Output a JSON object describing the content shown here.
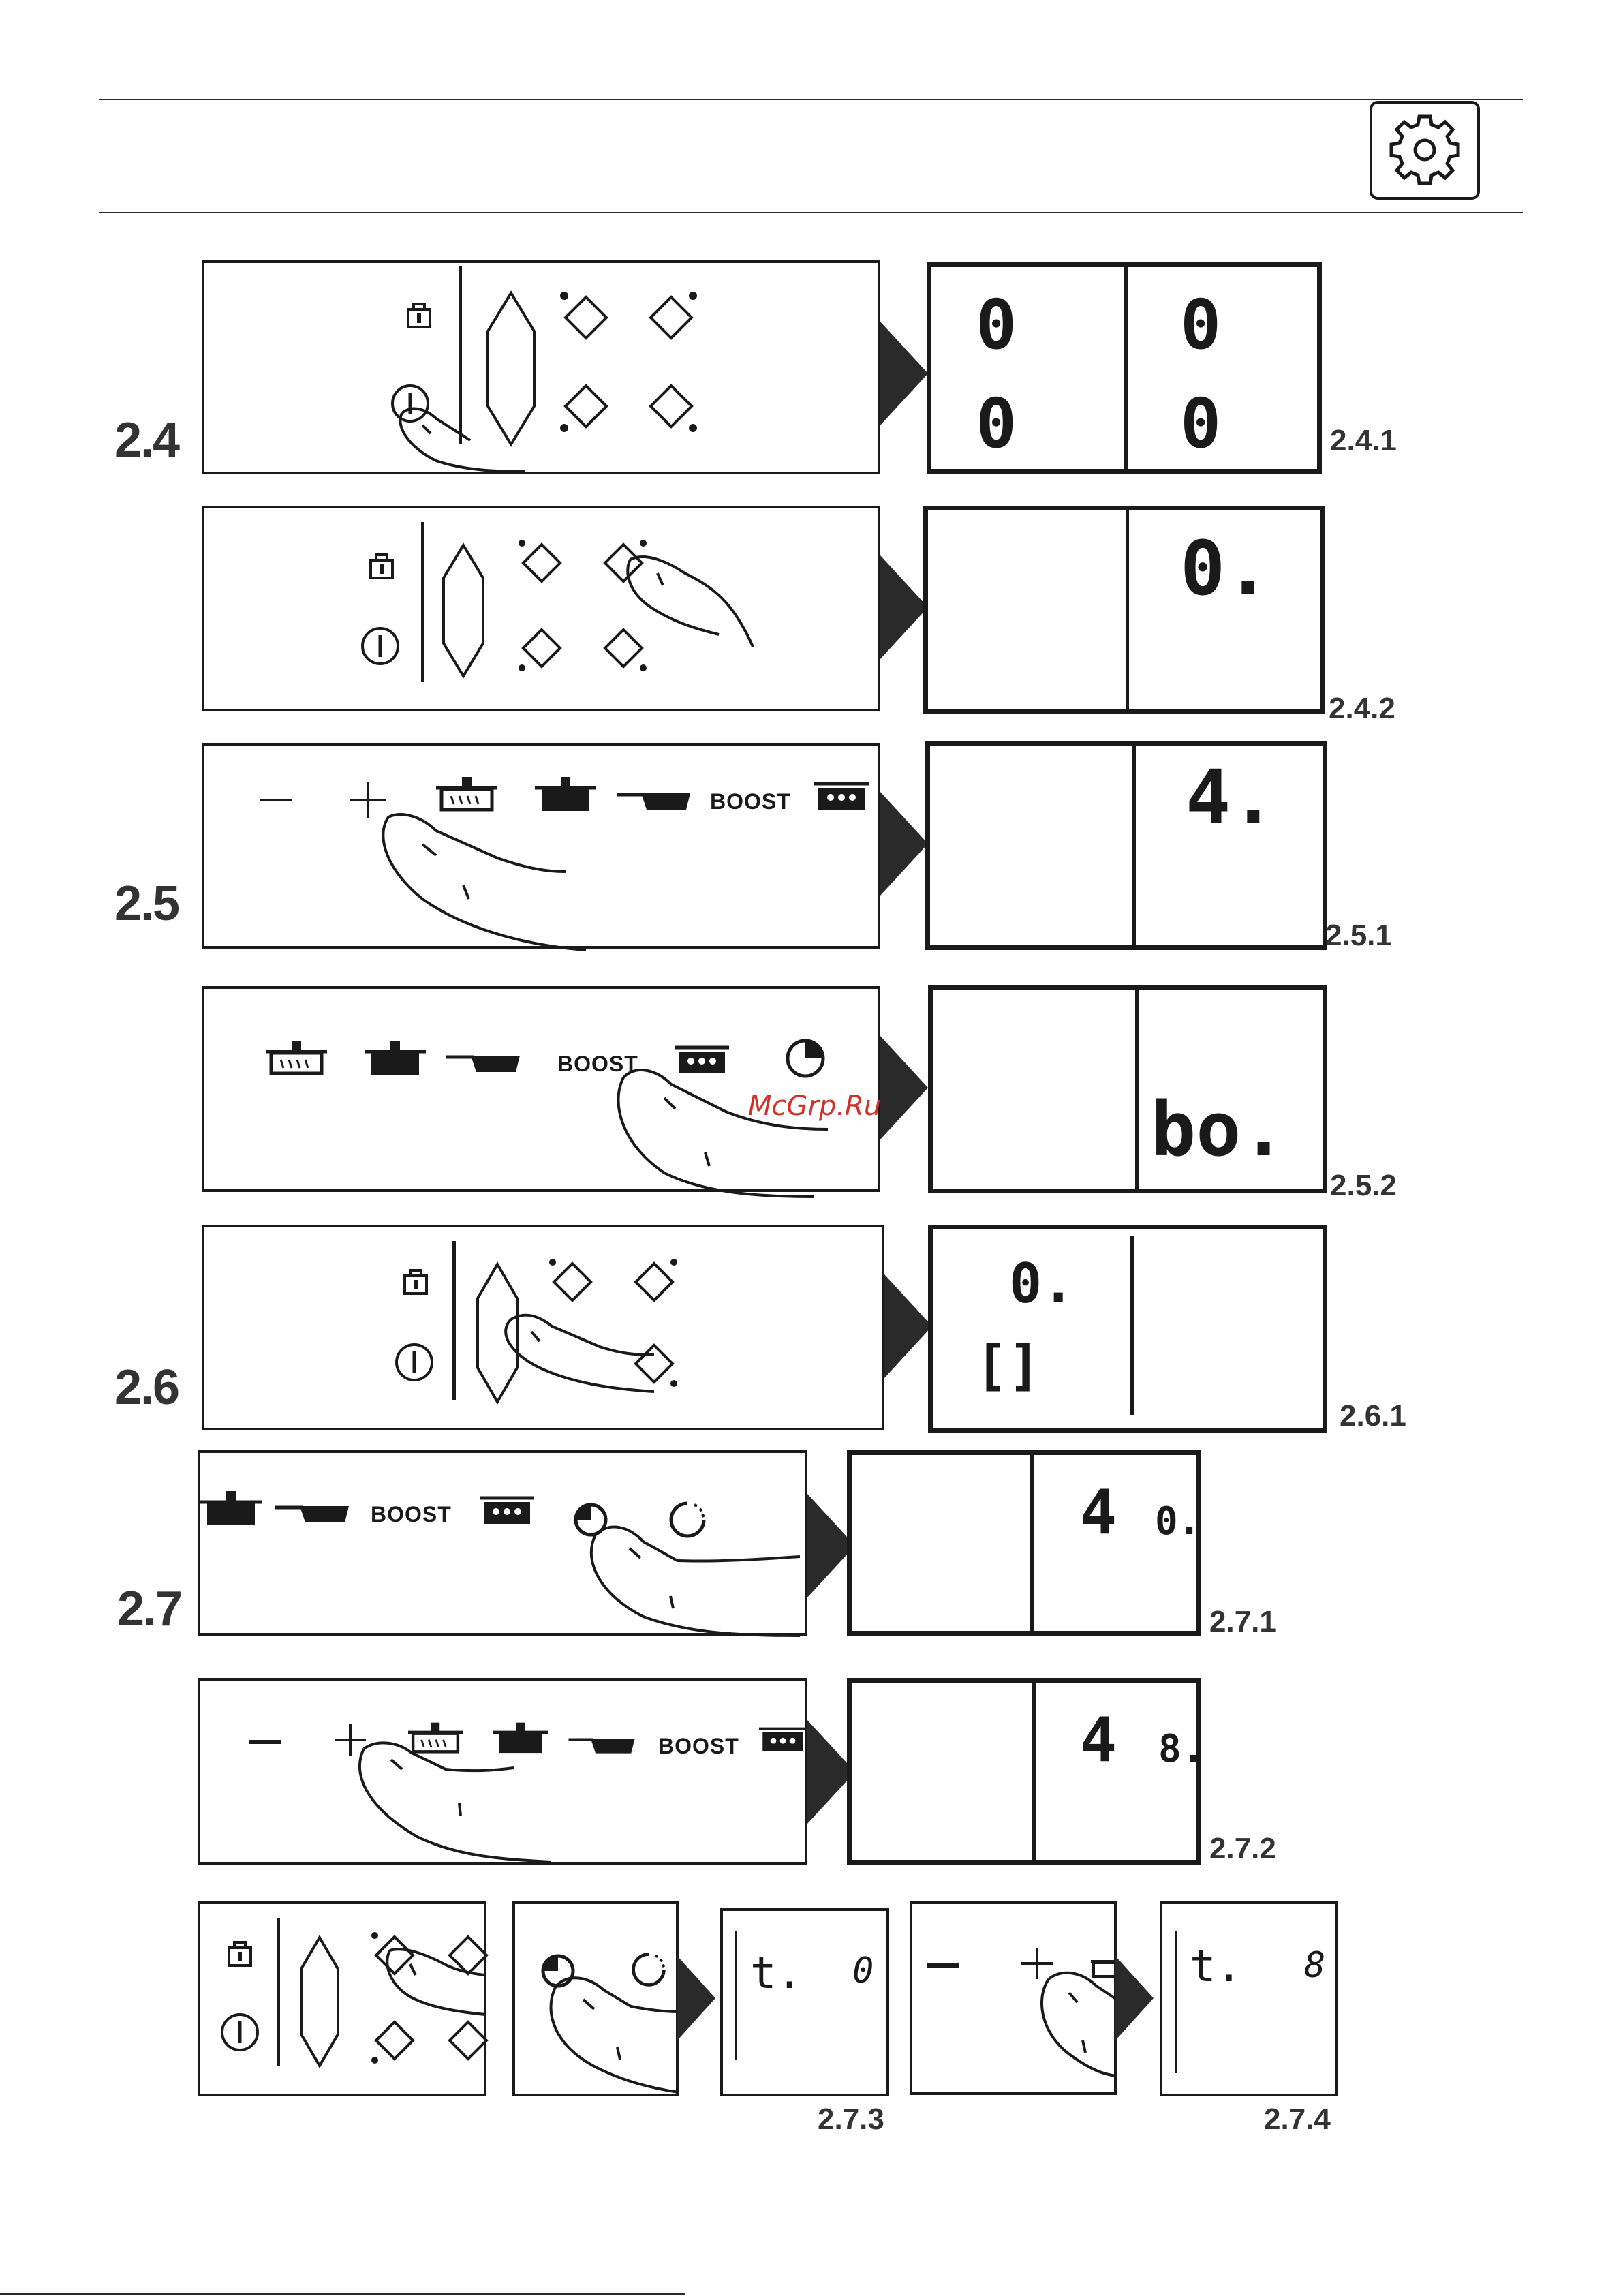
{
  "header": {
    "icon": "gear-icon"
  },
  "sections": {
    "s24": "2.4",
    "s25": "2.5",
    "s26": "2.6",
    "s27": "2.7"
  },
  "sublabels": {
    "l241": "2.4.1",
    "l242": "2.4.2",
    "l251": "2.5.1",
    "l252": "2.5.2",
    "l261": "2.6.1",
    "l271": "2.7.1",
    "l272": "2.7.2",
    "l273": "2.7.3",
    "l274": "2.7.4"
  },
  "control_labels": {
    "boost": "BOOST"
  },
  "displays": {
    "d241": [
      "0",
      "0",
      "0",
      "0"
    ],
    "d242": "0.",
    "d251": "4.",
    "d252": "bo.",
    "d261": [
      "0.",
      "[]"
    ],
    "d271": [
      "4",
      "0."
    ],
    "d272": [
      "4",
      "8."
    ],
    "d273": [
      "t.",
      "0"
    ],
    "d274": [
      "t.",
      "8"
    ]
  },
  "watermark": "McGrp.Ru"
}
